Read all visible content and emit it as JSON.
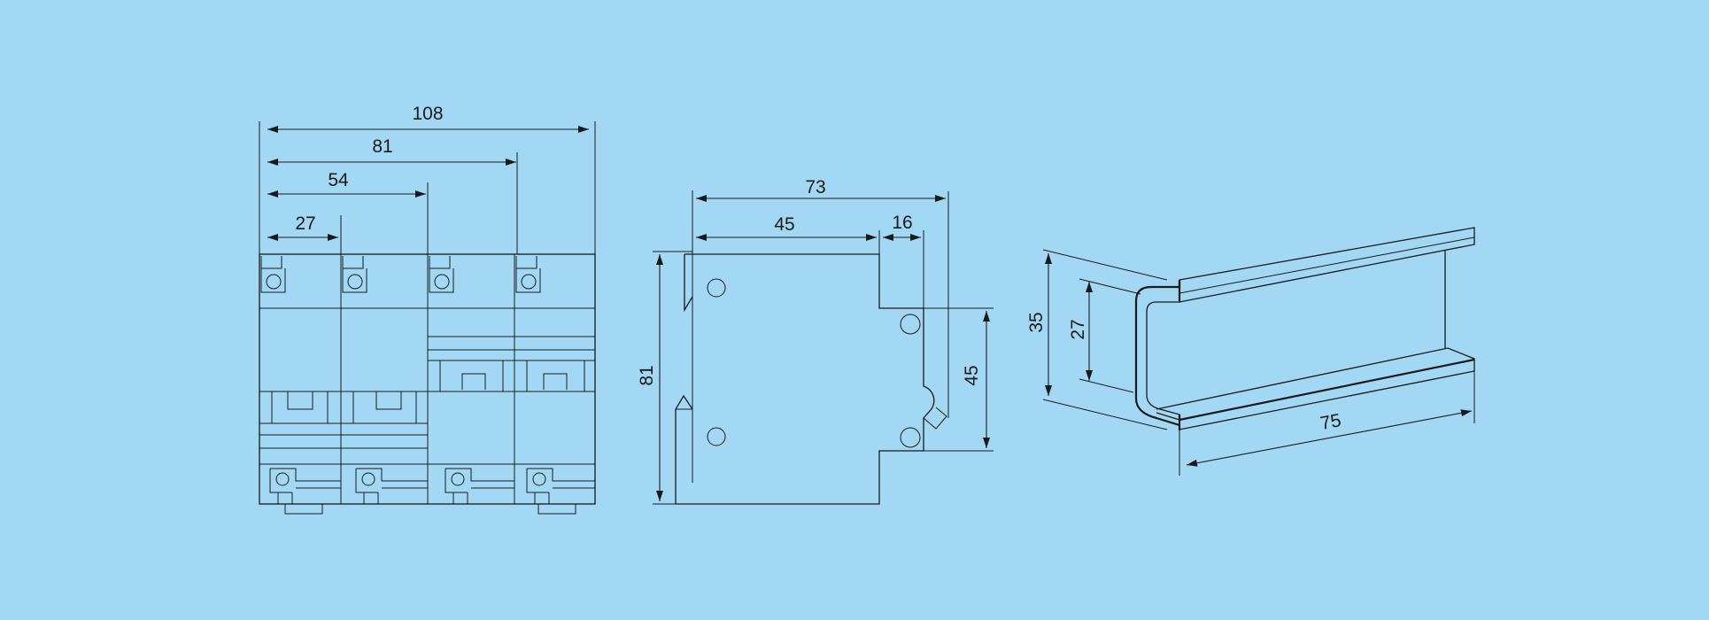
{
  "background": "#a2d8f4",
  "line_color": "#1a1a1a",
  "front_view": {
    "dims": {
      "total": "108",
      "three_pole": "81",
      "two_pole": "54",
      "one_pole": "27"
    },
    "poles": 4
  },
  "side_view": {
    "dims": {
      "depth": "73",
      "front": "45",
      "rail_offset": "16",
      "height": "81",
      "neck": "45"
    }
  },
  "din_rail": {
    "dims": {
      "outer": "35",
      "inner": "27",
      "length": "75"
    }
  }
}
